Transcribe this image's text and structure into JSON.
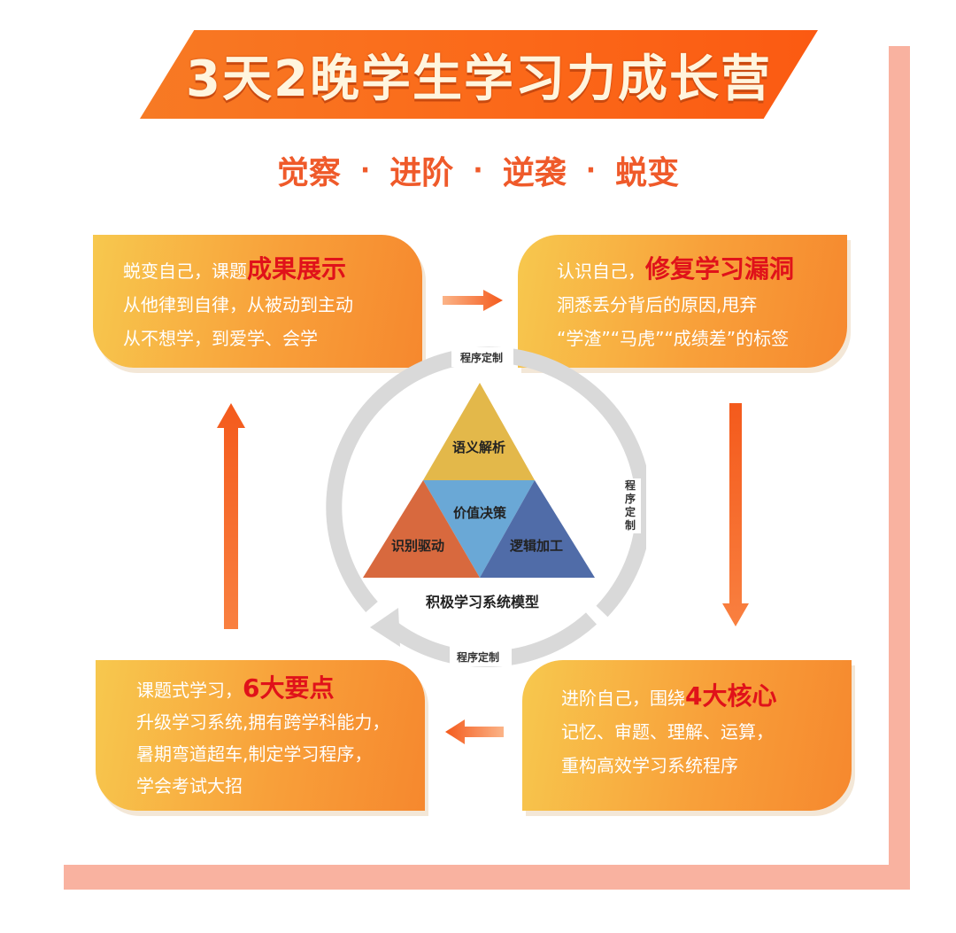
{
  "title": "3天2晚学生学习力成长营",
  "subtitle": {
    "items": [
      "觉察",
      "进阶",
      "逆袭",
      "蜕变"
    ],
    "separator": "·"
  },
  "boxes": {
    "top_left": {
      "line1_pre": "蜕变自己，课题",
      "line1_highlight": "成果展示",
      "line2": "从他律到自律，从被动到主动",
      "line3": "从不想学，到爱学、会学"
    },
    "top_right": {
      "line1_pre": "认识自己，",
      "line1_highlight": "修复学习漏洞",
      "line2": "洞悉丢分背后的原因,甩弃",
      "line3": "“学渣”“马虎”“成绩差”的标签"
    },
    "bottom_left": {
      "line1_pre": "课题式学习，",
      "line1_highlight": "6大要点",
      "line2": "升级学习系统,拥有跨学科能力，",
      "line3": "暑期弯道超车,制定学习程序，",
      "line4": "学会考试大招"
    },
    "bottom_right": {
      "line1_pre": "进阶自己，围绕",
      "line1_highlight": "4大核心",
      "line2": "记忆、审题、理解、运算，",
      "line3": "重构高效学习系统程序"
    }
  },
  "cycle": {
    "label_top": "程序定制",
    "label_right": "程序定制",
    "label_bottom": "程序定制",
    "model_name": "积极学习系统模型",
    "triangles": {
      "top": "语义解析",
      "center": "价值决策",
      "left": "识别驱动",
      "right": "逻辑加工"
    }
  },
  "colors": {
    "orange": "#f77a24",
    "red_highlight": "#e0121a",
    "tri_top": "#e3b84a",
    "tri_center": "#6aa8d6",
    "tri_left": "#d8693e",
    "tri_right": "#506ca8"
  }
}
